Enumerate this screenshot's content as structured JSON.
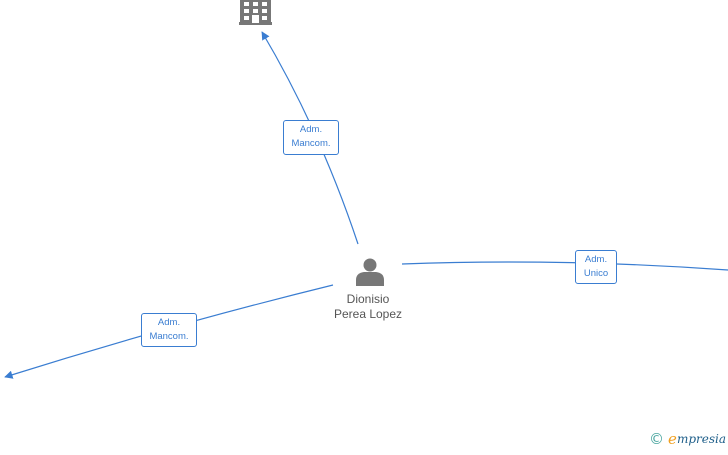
{
  "nodes": {
    "company_top": {
      "icon": "building-icon",
      "color": "#777777"
    },
    "center_person": {
      "icon": "person-icon",
      "color": "#777777",
      "name_line1": "Dionisio",
      "name_line2": "Perea Lopez"
    }
  },
  "edges": [
    {
      "id": "to-company-top",
      "label_line1": "Adm.",
      "label_line2": "Mancom."
    },
    {
      "id": "to-left",
      "label_line1": "Adm.",
      "label_line2": "Mancom."
    },
    {
      "id": "to-right",
      "label_line1": "Adm.",
      "label_line2": "Unico"
    }
  ],
  "colors": {
    "edge": "#3a7dd1",
    "node_icon": "#777777"
  },
  "watermark": {
    "copyright_symbol": "©",
    "brand_first": "e",
    "brand_rest": "mpresia"
  }
}
